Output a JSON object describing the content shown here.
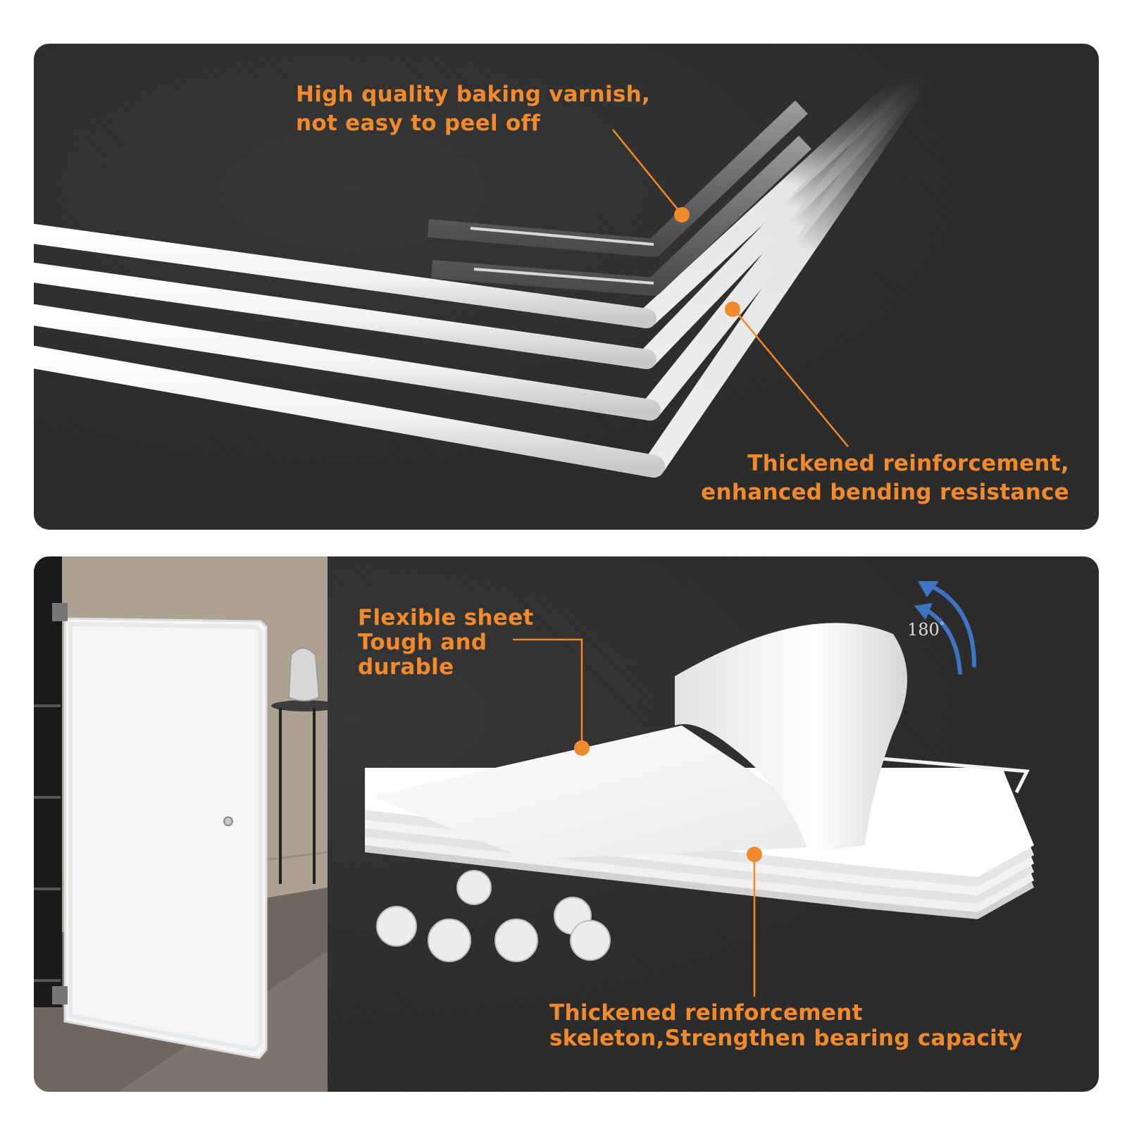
{
  "top_panel": {
    "callout_varnish": [
      "High quality baking varnish,",
      "not easy to peel off"
    ],
    "callout_reinforcement": [
      "Thickened reinforcement,",
      "enhanced bending resistance"
    ]
  },
  "bottom_panel": {
    "callout_sheet": [
      "Flexible sheet",
      "Tough and",
      "durable"
    ],
    "callout_skeleton": [
      "Thickened reinforcement",
      "skeleton,Strengthen bearing capacity"
    ],
    "angle_label": "180",
    "angle_unit": "°"
  },
  "colors": {
    "accent": "#f08a2c",
    "panel_bg": "#2b2b2b",
    "arrow": "#3f74c4"
  }
}
